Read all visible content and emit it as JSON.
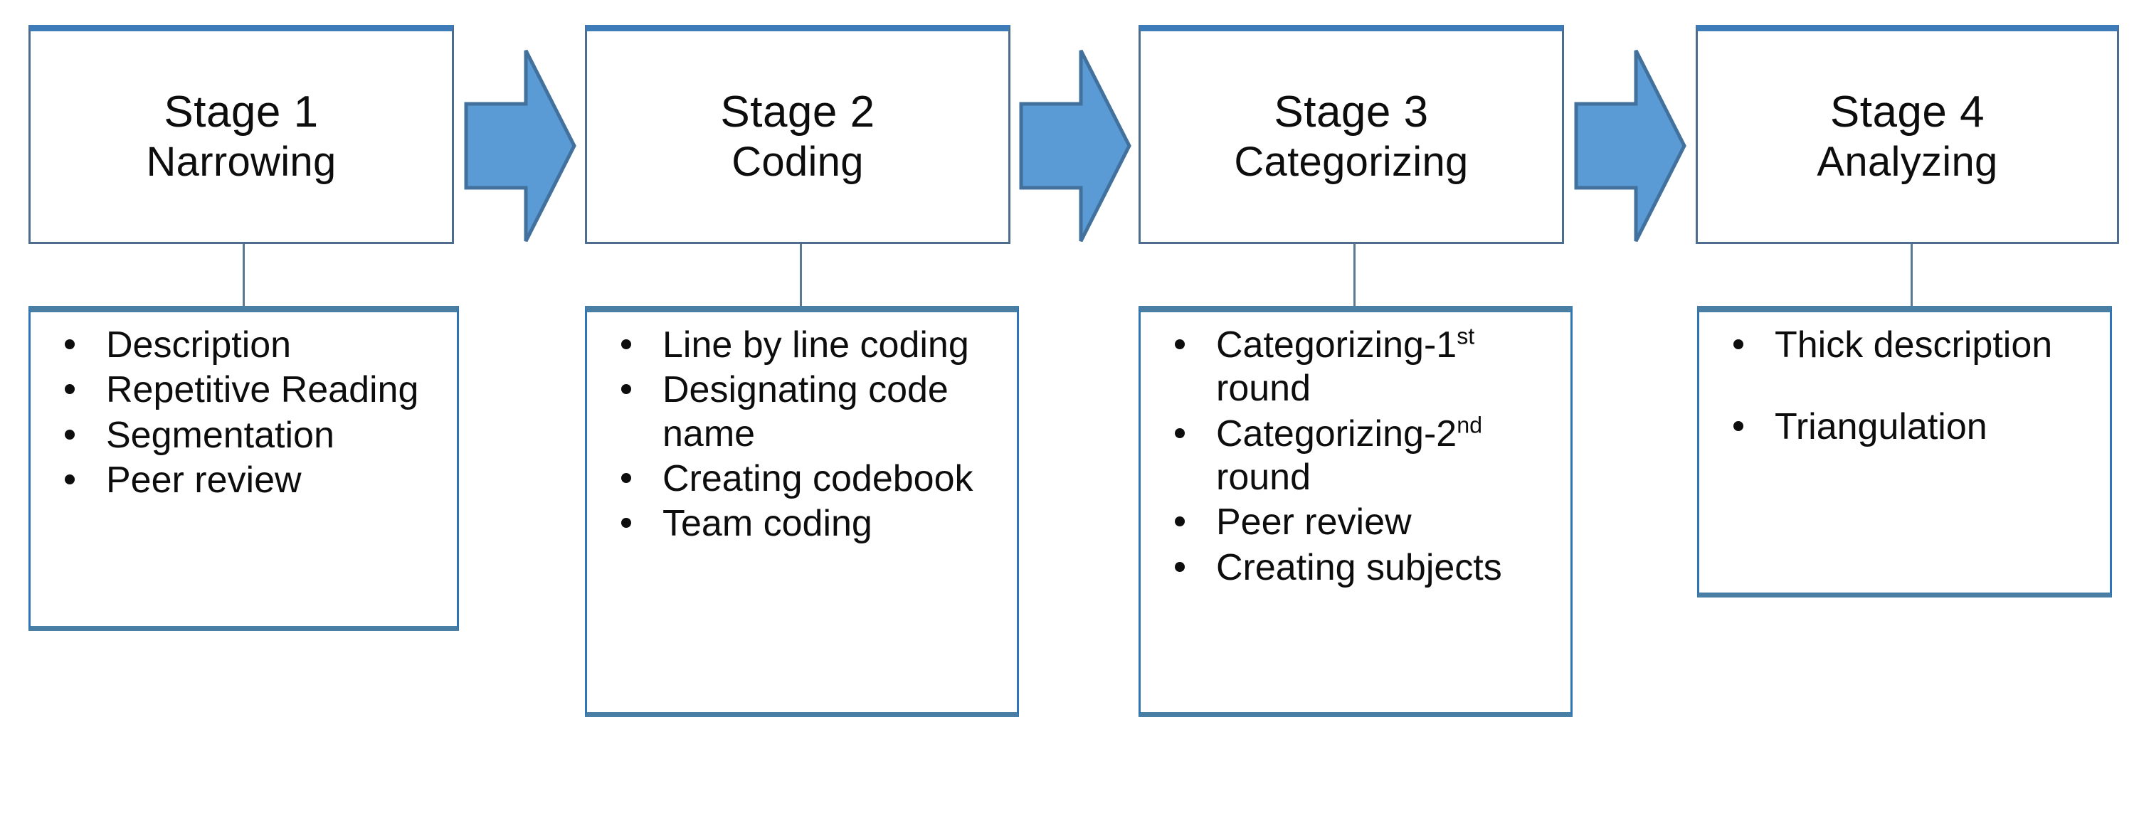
{
  "diagram": {
    "title": "Four-stage qualitative data analysis process",
    "colors": {
      "arrow_fill": "#5B9BD5",
      "arrow_stroke": "#41719C",
      "box_border": "#4d6c8e",
      "box_top_border": "#3d7cb8",
      "bullet_box_border": "#2e75b6",
      "text": "#0d0d0d",
      "background": "#ffffff"
    },
    "stages": [
      {
        "title": "Stage 1",
        "subtitle": "Narrowing",
        "bullets": [
          {
            "text": "Description"
          },
          {
            "text": "Repetitive Reading"
          },
          {
            "text": "Segmentation"
          },
          {
            "text": "Peer review"
          }
        ]
      },
      {
        "title": "Stage 2",
        "subtitle": "Coding",
        "bullets": [
          {
            "text": "Line by line coding"
          },
          {
            "text": "Designating code name"
          },
          {
            "text": "Creating codebook"
          },
          {
            "text": "Team coding"
          }
        ]
      },
      {
        "title": "Stage 3",
        "subtitle": "Categorizing",
        "bullets": [
          {
            "text": "Categorizing-1",
            "sup": "st",
            "tail": " round"
          },
          {
            "text": "Categorizing-2",
            "sup": "nd",
            "tail": " round"
          },
          {
            "text": "Peer review"
          },
          {
            "text": "Creating subjects"
          }
        ]
      },
      {
        "title": "Stage 4",
        "subtitle": "Analyzing",
        "bullets": [
          {
            "text": "Thick description"
          },
          {
            "text": "Triangulation"
          }
        ]
      }
    ],
    "arrows": [
      {
        "name": "arrow-stage1-to-stage2"
      },
      {
        "name": "arrow-stage2-to-stage3"
      },
      {
        "name": "arrow-stage3-to-stage4"
      }
    ]
  }
}
